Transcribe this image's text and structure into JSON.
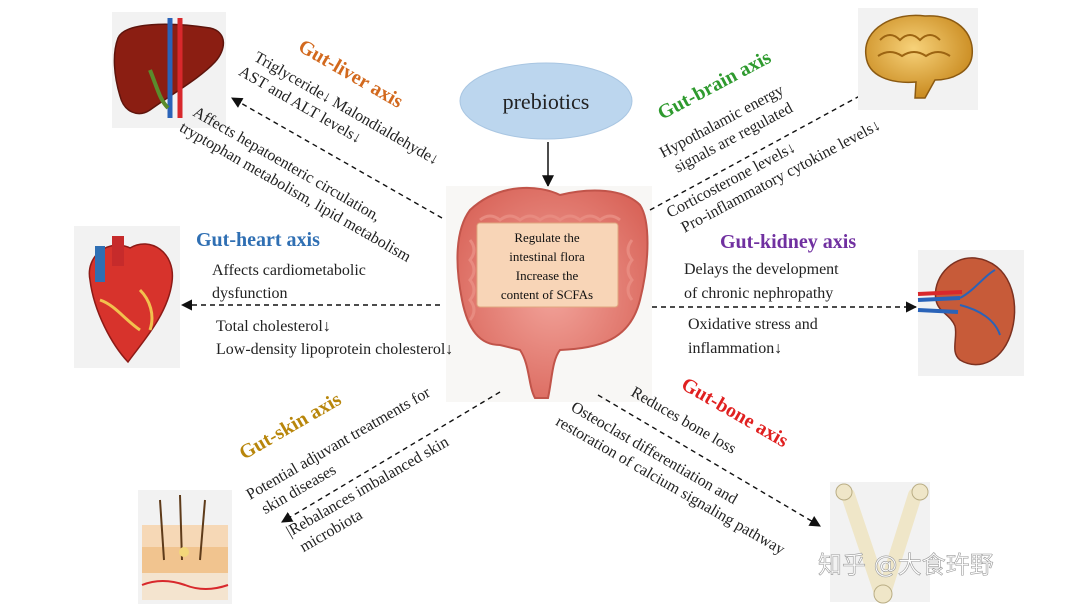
{
  "prebiotics": "prebiotics",
  "center": {
    "lines": [
      "Regulate the",
      "intestinal flora",
      "Increase the",
      "content of SCFAs"
    ]
  },
  "axes": {
    "liver": {
      "title": "Gut-liver axis",
      "color": "#d2691e",
      "lines": [
        "Triglyceride↓  Malondialdehyde↓",
        "AST and ALT levels↓",
        "Affects hepatoenteric circulation,",
        "tryptophan metabolism, lipid metabolism"
      ]
    },
    "brain": {
      "title": "Gut-brain axis",
      "color": "#2e9a2e",
      "lines": [
        "Hypothalamic energy",
        "signals are regulated",
        "Corticosterone levels↓",
        "Pro-inflammatory cytokine levels↓"
      ]
    },
    "heart": {
      "title": "Gut-heart axis",
      "color": "#2f6fb3",
      "lines": [
        "Affects cardiometabolic",
        "dysfunction",
        "Total cholesterol↓",
        "Low-density lipoprotein cholesterol↓"
      ]
    },
    "kidney": {
      "title": "Gut-kidney axis",
      "color": "#7030a0",
      "lines": [
        "Delays the development",
        "of chronic nephropathy",
        "Oxidative stress and",
        "inflammation↓"
      ]
    },
    "skin": {
      "title": "Gut-skin axis",
      "color": "#b8860b",
      "lines": [
        "Potential adjuvant treatments for",
        "skin diseases",
        "|Rebalances imbalanced skin",
        "microbiota"
      ]
    },
    "bone": {
      "title": "Gut-bone axis",
      "color": "#e02020",
      "lines": [
        "Reduces bone loss",
        "Osteoclast differentiation and",
        "restoration of calcium signaling pathway"
      ]
    }
  },
  "icons": {
    "liver": "liver-icon",
    "brain": "brain-icon",
    "heart": "heart-icon",
    "kidney": "kidney-icon",
    "skin": "skin-icon",
    "bone": "bone-icon",
    "intestine": "intestine-icon"
  },
  "watermark": "知乎 @大食玝野"
}
